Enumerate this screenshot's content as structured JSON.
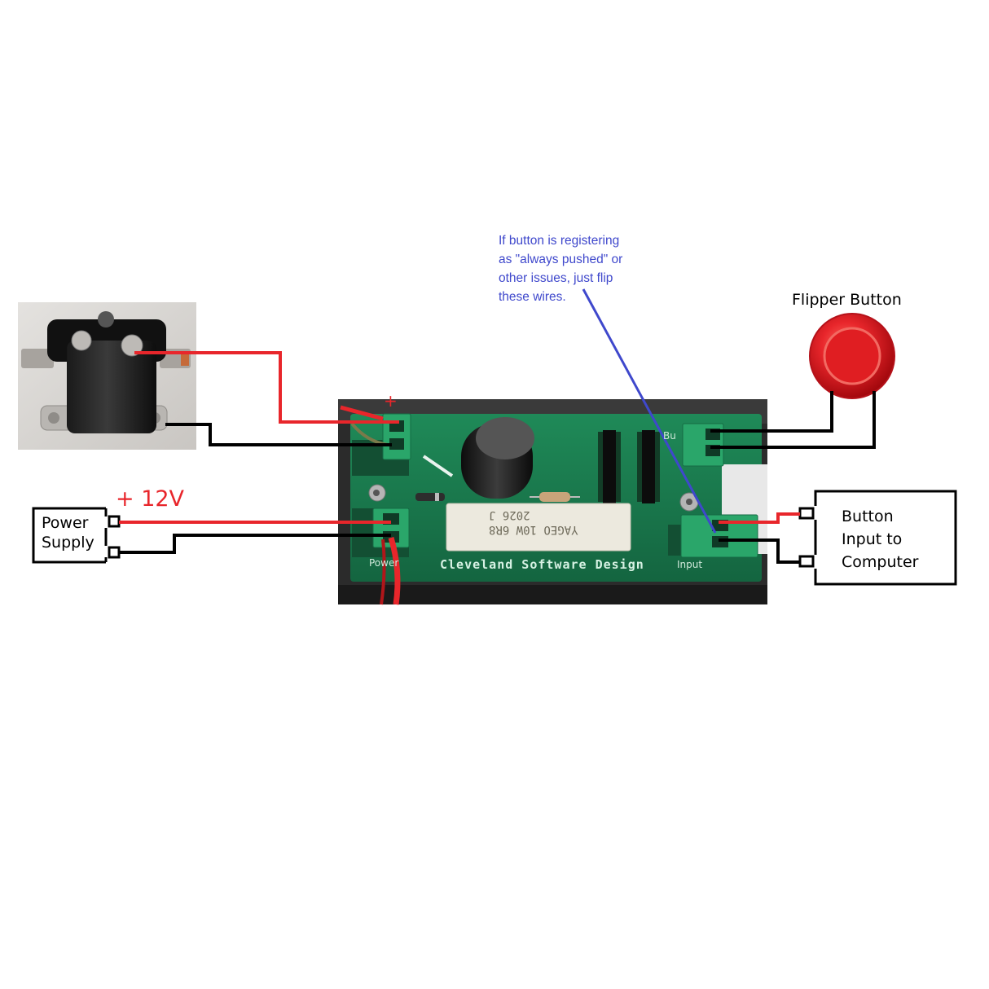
{
  "annotation": {
    "lines": [
      "If button is registering",
      "as \"always pushed\" or",
      "other issues, just flip",
      "these wires."
    ],
    "color": "#3f48cc"
  },
  "flipper_button": {
    "title": "Flipper Button",
    "color": "#e8262b"
  },
  "power_supply": {
    "lines": [
      "Power",
      "Supply"
    ],
    "voltage_label": "+ 12V"
  },
  "computer_input": {
    "lines": [
      "Button",
      "Input to",
      "Computer"
    ]
  },
  "board": {
    "title": "Cleveland Software Design",
    "power_terminal_label": "Power",
    "input_terminal_label": "Input",
    "button_terminal_label": "Bu",
    "positive_mark": "+",
    "resistor_text_1": "YAGEO   10W   6R8",
    "resistor_text_2": "2026     J",
    "color": "#1b7a4d"
  },
  "wire_colors": {
    "positive": "#e8262b",
    "ground": "#000000"
  }
}
